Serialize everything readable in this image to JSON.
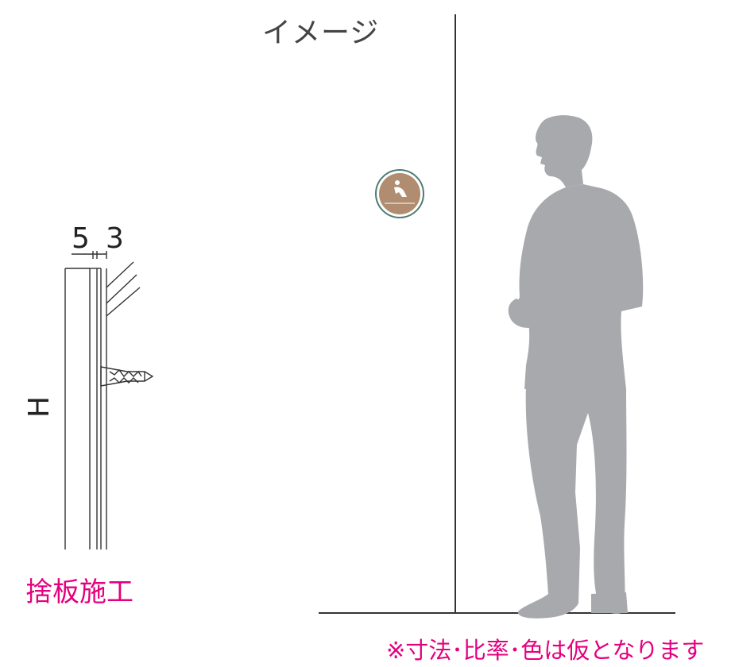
{
  "title": "イメージ",
  "section_detail": {
    "method_label": "捨板施工",
    "dim_left": "5",
    "dim_right": "3",
    "dim_height": "H"
  },
  "footnote": "※寸法･比率･色は仮となります",
  "colors": {
    "accent": "#e4007f",
    "person_silhouette": "#a7a9ac",
    "sign_wood": "#b08d70",
    "sign_border": "#4d7d73"
  },
  "sign": {
    "icon": "nursing-room-icon"
  }
}
